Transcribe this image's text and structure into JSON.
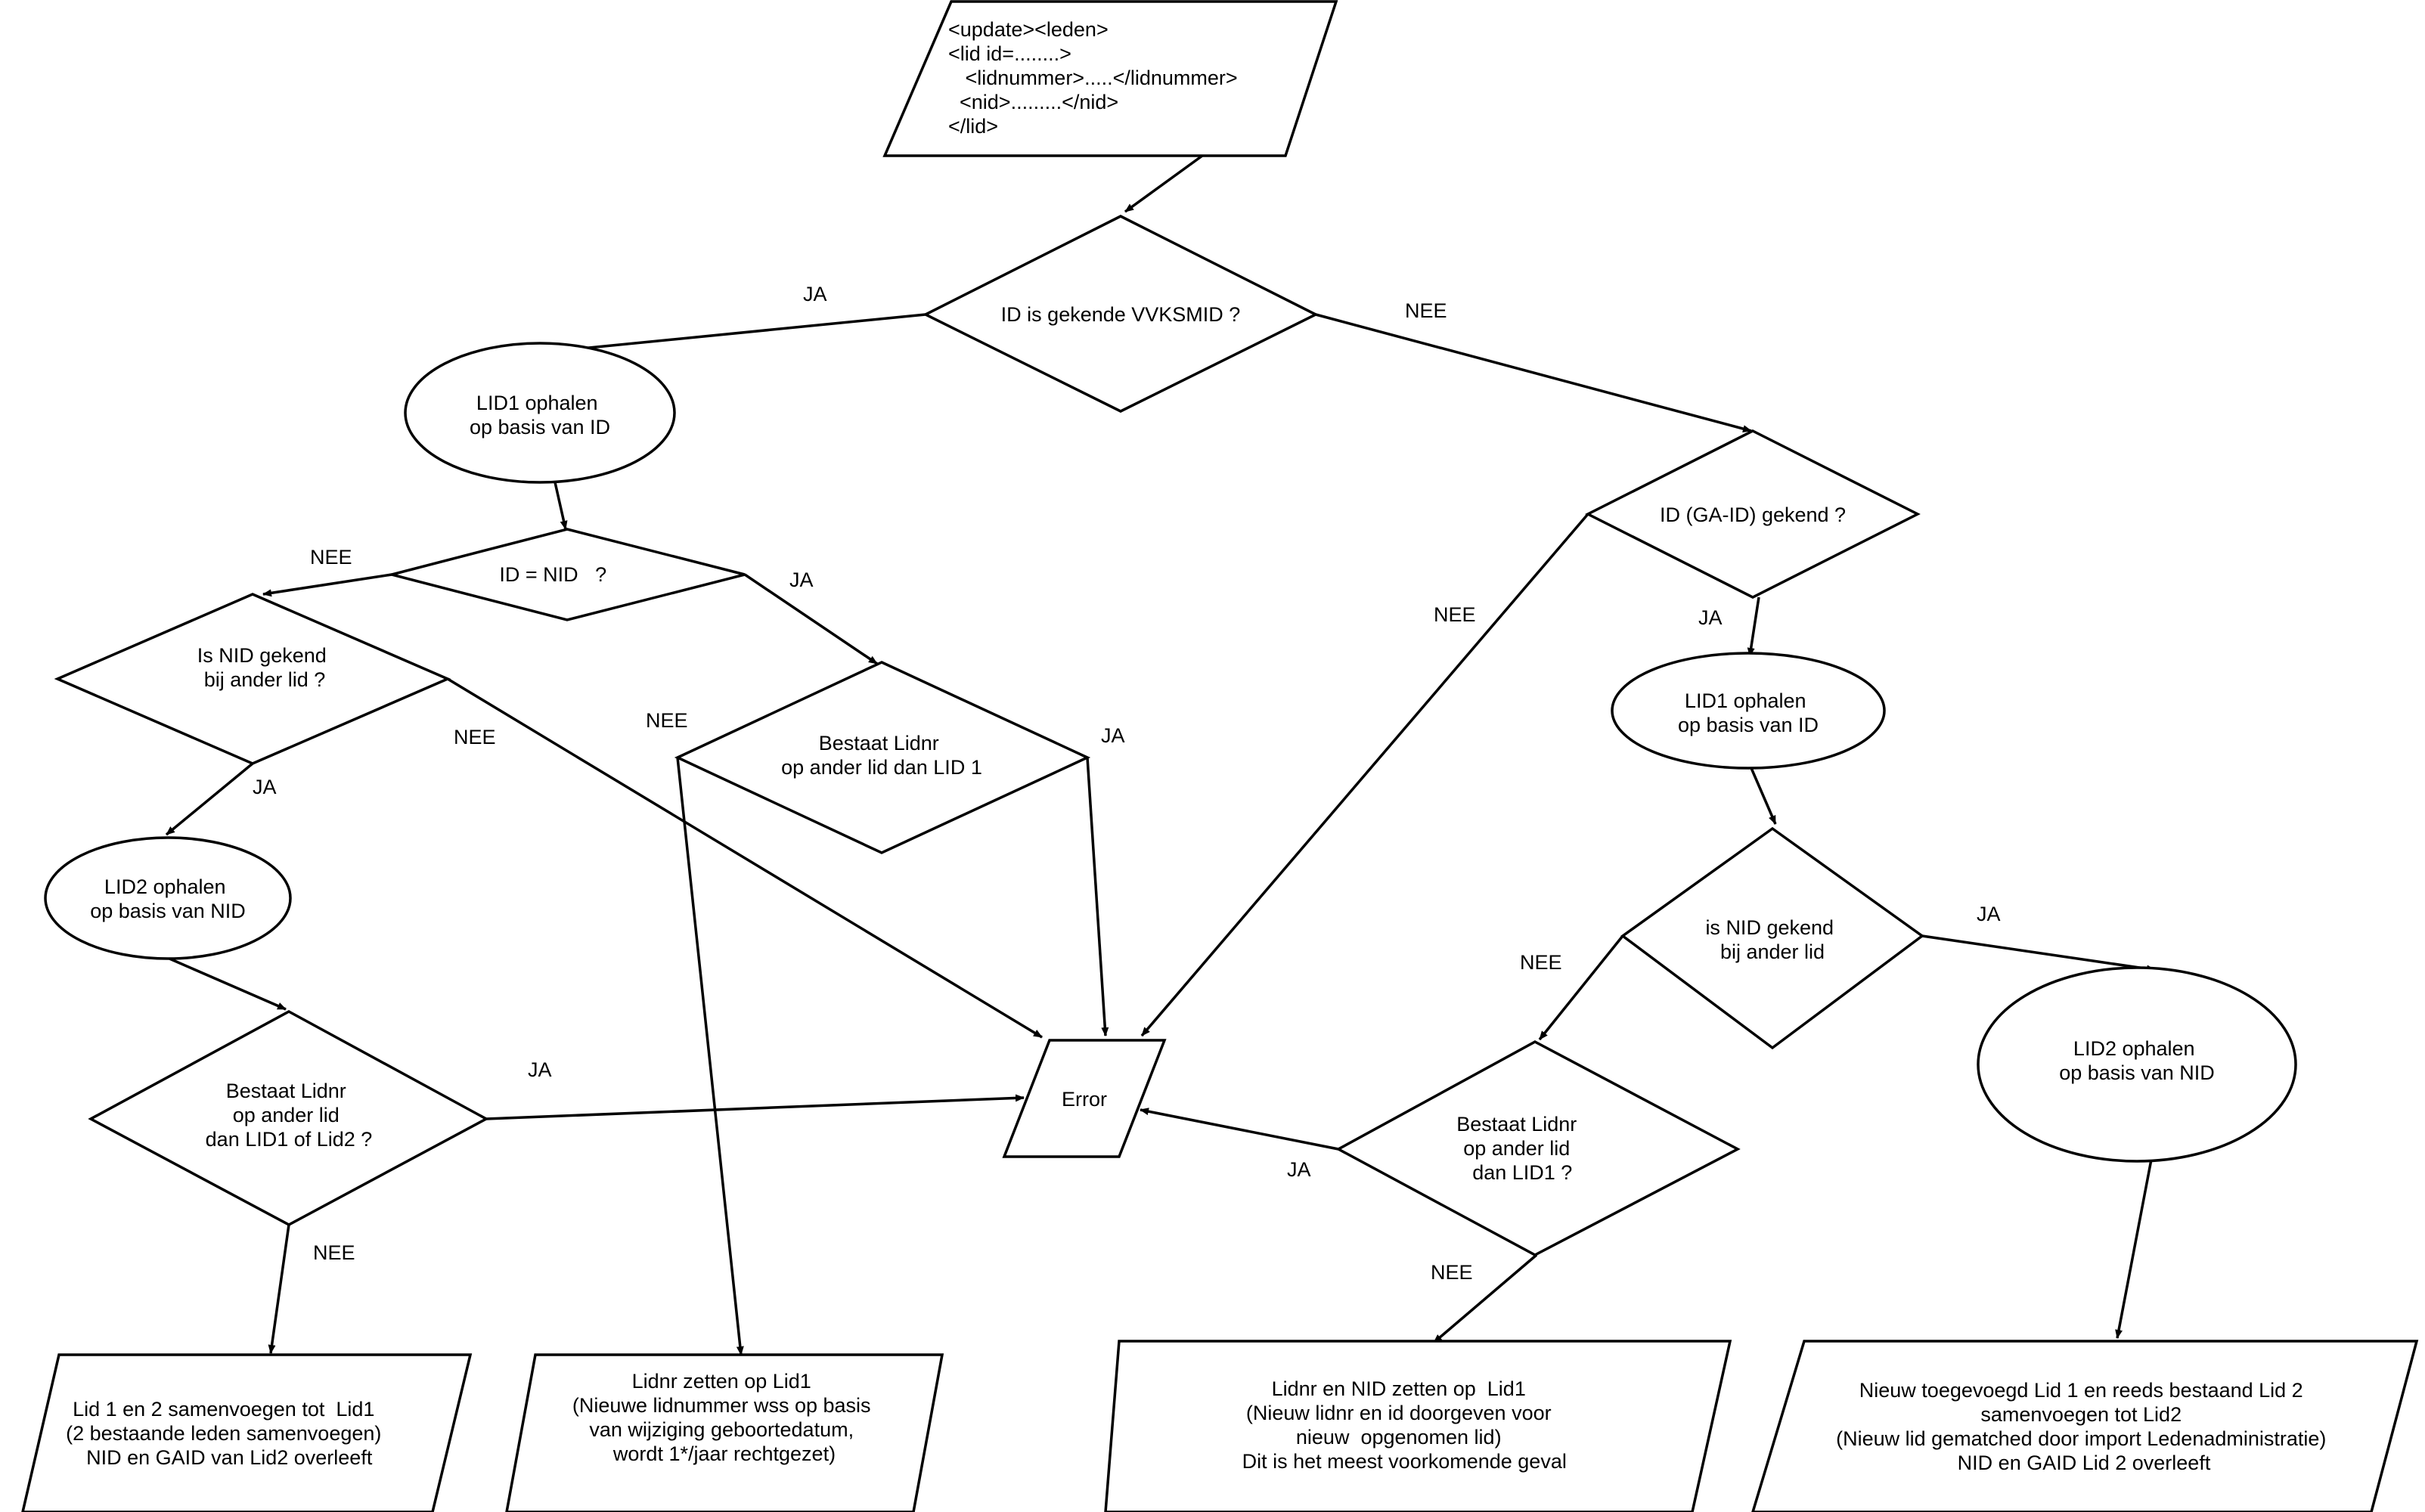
{
  "nodes": {
    "input_xml": {
      "lines": [
        "<update><leden>",
        "<lid id=........>",
        "   <lidnummer>.....</lidnummer>",
        "  <nid>.........</nid>",
        "</lid>"
      ]
    },
    "q_known_id": {
      "lines": [
        "ID is gekende VVKSMID ?"
      ]
    },
    "lid1_fetch_left": {
      "lines": [
        "LID1 ophalen",
        "op basis van ID"
      ]
    },
    "q_id_eq_nid": {
      "lines": [
        "ID = NID   ?"
      ]
    },
    "q_nid_other_left": {
      "lines": [
        "Is NID gekend",
        "bij ander lid ?"
      ]
    },
    "q_lidnr_lid1_left": {
      "lines": [
        "Bestaat Lidnr",
        "op ander lid dan LID 1"
      ]
    },
    "lid2_fetch_left": {
      "lines": [
        "LID2 ophalen",
        "op basis van NID"
      ]
    },
    "q_lidnr_lid1_lid2": {
      "lines": [
        "Bestaat Lidnr",
        "op ander lid",
        "dan LID1 of Lid2 ?"
      ]
    },
    "error": {
      "lines": [
        "Error"
      ]
    },
    "merge_to_lid1": {
      "lines": [
        "Lid 1 en 2 samenvoegen tot  Lid1",
        "(2 bestaande leden samenvoegen)",
        "NID en GAID van Lid2 overleeft"
      ]
    },
    "set_lidnr_lid1": {
      "lines": [
        "Lidnr zetten op Lid1",
        "(Nieuwe lidnummer wss op basis",
        "van wijziging geboortedatum,",
        "wordt 1*/jaar rechtgezet)"
      ]
    },
    "q_gaid_known": {
      "lines": [
        "ID (GA-ID) gekend ?"
      ]
    },
    "lid1_fetch_right": {
      "lines": [
        "LID1 ophalen",
        "op basis van ID"
      ]
    },
    "q_nid_other_right": {
      "lines": [
        "is NID gekend",
        "bij ander lid"
      ]
    },
    "lid2_fetch_right": {
      "lines": [
        "LID2 ophalen",
        "op basis van NID"
      ]
    },
    "q_lidnr_lid1_right": {
      "lines": [
        "Bestaat Lidnr",
        "op ander lid",
        "dan LID1 ?"
      ]
    },
    "set_lidnr_nid_lid1": {
      "lines": [
        "Lidnr en NID zetten op  Lid1",
        "(Nieuw lidnr en id doorgeven voor",
        "nieuw  opgenomen lid)",
        "Dit is het meest voorkomende geval"
      ]
    },
    "merge_to_lid2": {
      "lines": [
        "Nieuw toegevoegd Lid 1 en reeds bestaand Lid 2",
        "samenvoegen tot Lid2",
        "(Nieuw lid gematched door import Ledenadministratie)",
        "NID en GAID Lid 2 overleeft"
      ]
    }
  },
  "edge_labels": {
    "known_id_yes": "JA",
    "known_id_no": "NEE",
    "id_eq_nid_no": "NEE",
    "id_eq_nid_yes": "JA",
    "nid_other_left_no": "NEE",
    "nid_other_left_yes": "JA",
    "lidnr_lid1_left_no": "NEE",
    "lidnr_lid1_left_yes": "JA",
    "lidnr_lid1_lid2_yes": "JA",
    "lidnr_lid1_lid2_no": "NEE",
    "gaid_known_no": "NEE",
    "gaid_known_yes": "JA",
    "nid_other_right_no": "NEE",
    "nid_other_right_yes": "JA",
    "lidnr_lid1_right_yes": "JA",
    "lidnr_lid1_right_no": "NEE"
  }
}
